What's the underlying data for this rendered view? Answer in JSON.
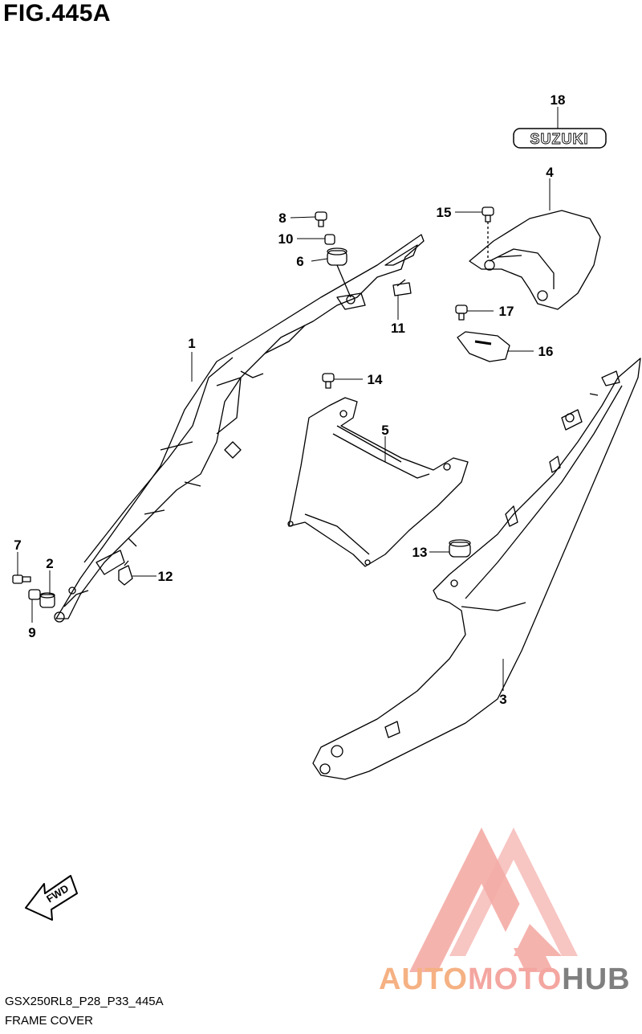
{
  "figure": {
    "title": "FIG.445A",
    "model_code": "GSX250RL8_P28_P33_445A",
    "section_name": "FRAME COVER"
  },
  "callouts": {
    "c1": "1",
    "c2": "2",
    "c3": "3",
    "c4": "4",
    "c5": "5",
    "c6": "6",
    "c7": "7",
    "c8": "8",
    "c9": "9",
    "c10": "10",
    "c11": "11",
    "c12": "12",
    "c13": "13",
    "c14": "14",
    "c15": "15",
    "c16": "16",
    "c17": "17",
    "c18": "18"
  },
  "emblem": {
    "text": "SUZUKI"
  },
  "fwd_arrow": {
    "text": "FWD"
  },
  "watermark": {
    "part1": "AUTO",
    "part2": "MOTO",
    "part3": "HUB"
  },
  "colors": {
    "line": "#000000",
    "watermark_red": "#f4a6a0",
    "watermark_orange": "#f5b183",
    "watermark_gray": "#7f7f7f"
  }
}
